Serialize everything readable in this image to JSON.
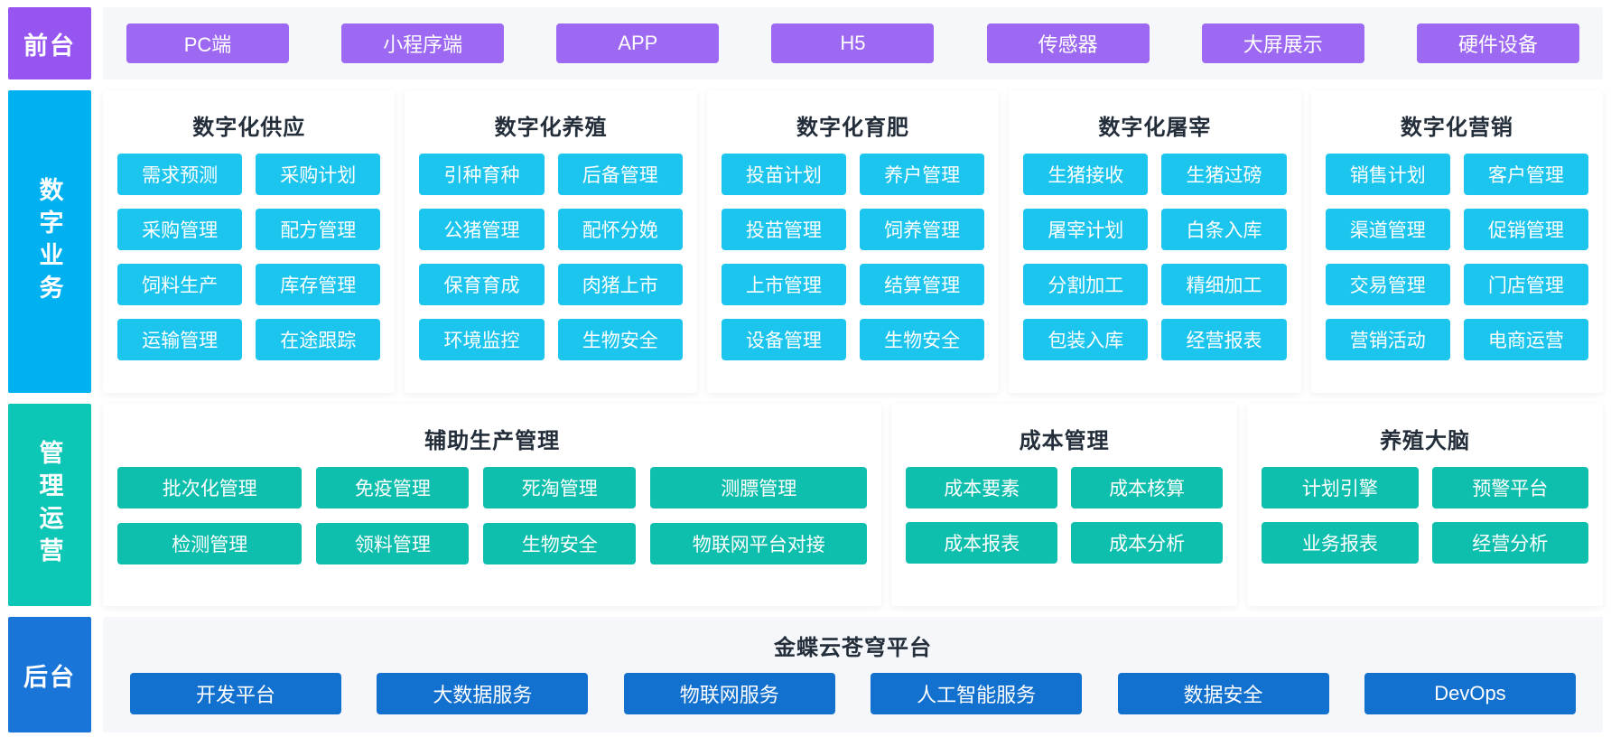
{
  "front": {
    "label": "前台",
    "items": [
      "PC端",
      "小程序端",
      "APP",
      "H5",
      "传感器",
      "大屏展示",
      "硬件设备"
    ]
  },
  "digital": {
    "label": "数字业务",
    "cards": [
      {
        "title": "数字化供应",
        "items": [
          "需求预测",
          "采购计划",
          "采购管理",
          "配方管理",
          "饲料生产",
          "库存管理",
          "运输管理",
          "在途跟踪"
        ]
      },
      {
        "title": "数字化养殖",
        "items": [
          "引种育种",
          "后备管理",
          "公猪管理",
          "配怀分娩",
          "保育育成",
          "肉猪上市",
          "环境监控",
          "生物安全"
        ]
      },
      {
        "title": "数字化育肥",
        "items": [
          "投苗计划",
          "养户管理",
          "投苗管理",
          "饲养管理",
          "上市管理",
          "结算管理",
          "设备管理",
          "生物安全"
        ]
      },
      {
        "title": "数字化屠宰",
        "items": [
          "生猪接收",
          "生猪过磅",
          "屠宰计划",
          "白条入库",
          "分割加工",
          "精细加工",
          "包装入库",
          "经营报表"
        ]
      },
      {
        "title": "数字化营销",
        "items": [
          "销售计划",
          "客户管理",
          "渠道管理",
          "促销管理",
          "交易管理",
          "门店管理",
          "营销活动",
          "电商运营"
        ]
      }
    ]
  },
  "management": {
    "label": "管理运营",
    "cards": [
      {
        "title": "辅助生产管理",
        "items": [
          "批次化管理",
          "免疫管理",
          "死淘管理",
          "测膘管理",
          "检测管理",
          "领料管理",
          "生物安全",
          "物联网平台对接"
        ]
      },
      {
        "title": "成本管理",
        "items": [
          "成本要素",
          "成本核算",
          "成本报表",
          "成本分析"
        ]
      },
      {
        "title": "养殖大脑",
        "items": [
          "计划引擎",
          "预警平台",
          "业务报表",
          "经营分析"
        ]
      }
    ]
  },
  "backend": {
    "label": "后台",
    "platform_title": "金蝶云苍穹平台",
    "items": [
      "开发平台",
      "大数据服务",
      "物联网服务",
      "人工智能服务",
      "数据安全",
      "DevOps"
    ]
  },
  "colors": {
    "front_label": "#9655f0",
    "front_button": "#9d68f2",
    "digital_label": "#00b1f1",
    "digital_button": "#1cc5ee",
    "management_label": "#0cc6b6",
    "management_button": "#0fbfae",
    "backend_label": "#1976d8",
    "backend_button": "#1270cf"
  }
}
